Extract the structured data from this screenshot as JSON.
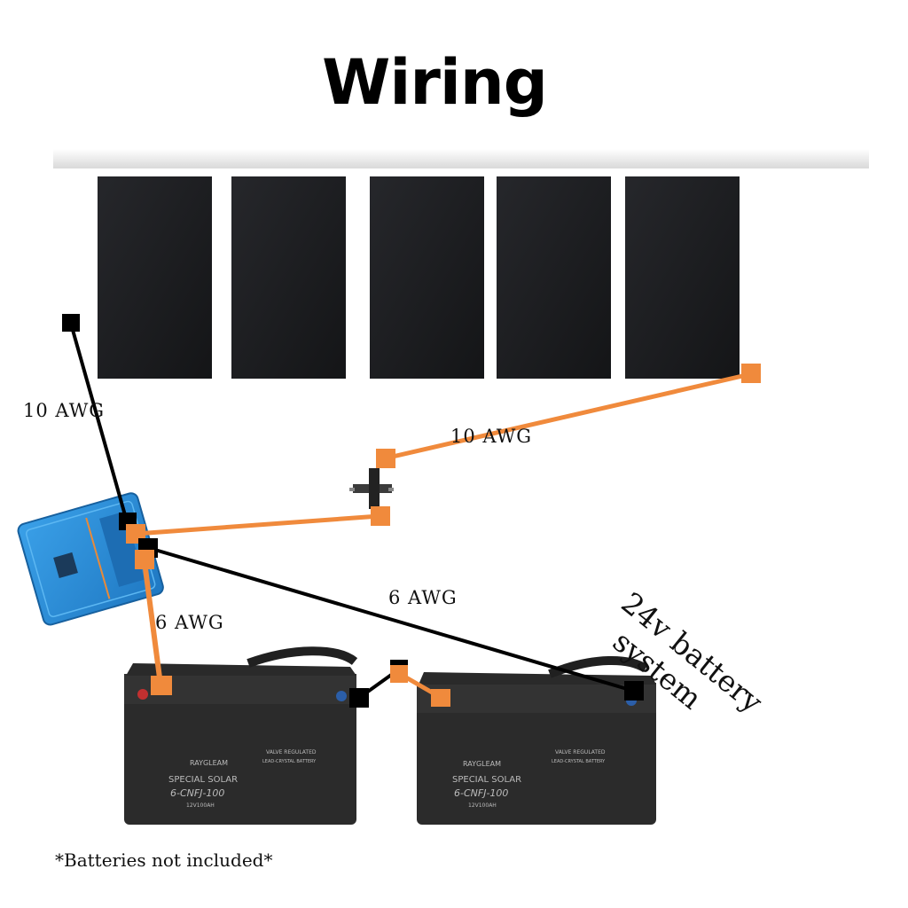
{
  "title": "Wiring",
  "wire_labels": {
    "pv_negative": "10 AWG",
    "pv_positive": "10 AWG",
    "battery_positive": "6 AWG",
    "battery_negative": "6 AWG"
  },
  "system_label": {
    "line1": "24v battery",
    "line2": "system"
  },
  "footnote": "*Batteries not included*",
  "panels": {
    "count": 5,
    "color": "#1b1c1f"
  },
  "batteries": [
    {
      "brand": "RAYGLEAM",
      "line": "SPECIAL SOLAR",
      "model": "6-CNFJ-100",
      "rating": "12V100AH",
      "header1": "VALVE REGULATED",
      "header2": "LEAD-CRYSTAL BATTERY"
    },
    {
      "brand": "RAYGLEAM",
      "line": "SPECIAL SOLAR",
      "model": "6-CNFJ-100",
      "rating": "12V100AH",
      "header1": "VALVE REGULATED",
      "header2": "LEAD-CRYSTAL BATTERY"
    }
  ],
  "colors": {
    "positive_wire": "#f08a3c",
    "negative_wire": "#000000",
    "controller": "#2a8fd6",
    "battery": "#2b2b2b"
  }
}
